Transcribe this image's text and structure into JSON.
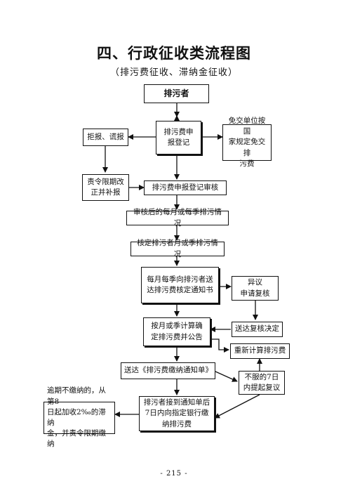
{
  "title": "四、行政征收类流程图",
  "subtitle": "（排污费征收、滞纳金征收）",
  "nodes": {
    "polluter": "排污者",
    "register": "排污费申\n报登记",
    "refuse": "拒报、谎报",
    "exempt": "免交单位按国\n家规定免交排\n污费",
    "correct": "责令限期改\n正并补报",
    "review_register": "排污费申报登记审核",
    "monthly_situation": "审核后的每月或每季排污情况",
    "determine_situation": "核定排污者月或季排污情况",
    "notice_send": "每月每季向排污者送\n达排污费核定通知书",
    "objection": "异议\n申请复核",
    "calculate": "按月或季计算确\n定排污费并公告",
    "review_decision": "送达复核决定",
    "recalculate": "重新计算排污费",
    "payment_notice": "送达《排污费缴纳通知单》",
    "dissatisfied": "不服的7日\n内提起复议",
    "overdue": "逾期不缴纳的，从第8\n日起加收2‰的滞纳\n金，并责令限期缴纳",
    "pay": "排污者接到通知单后\n7日内向指定银行缴\n纳排污费"
  },
  "page_number": "- 215 -"
}
